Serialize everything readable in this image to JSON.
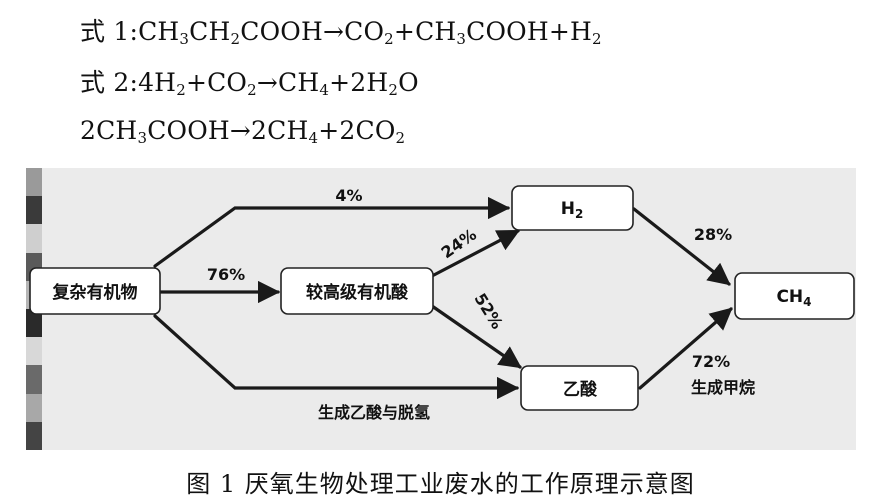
{
  "equations": {
    "eq1": {
      "label": "式 1:",
      "formula": "CH3CH2COOH→CO2+CH3COOH+H2"
    },
    "eq2": {
      "label": "式 2:",
      "formula": "4H2+CO2→CH4+2H2O"
    },
    "eq3": {
      "label": "",
      "formula": "2CH3COOH→2CH4+2CO2"
    }
  },
  "nodes": {
    "complex": "复杂有机物",
    "higher_acids": "较高级有机酸",
    "h2": "H2",
    "acetic": "乙酸",
    "ch4": "CH4"
  },
  "edges": {
    "complex_to_h2": "4%",
    "complex_to_acids": "76%",
    "acids_to_h2": "24%",
    "acids_to_acetic": "52%",
    "h2_to_ch4": "28%",
    "acetic_to_ch4": "72%",
    "bottom_path": "生成乙酸与脱氢",
    "acetic_note": "生成甲烷"
  },
  "caption": "图 1  厌氧生物处理工业废水的工作原理示意图"
}
